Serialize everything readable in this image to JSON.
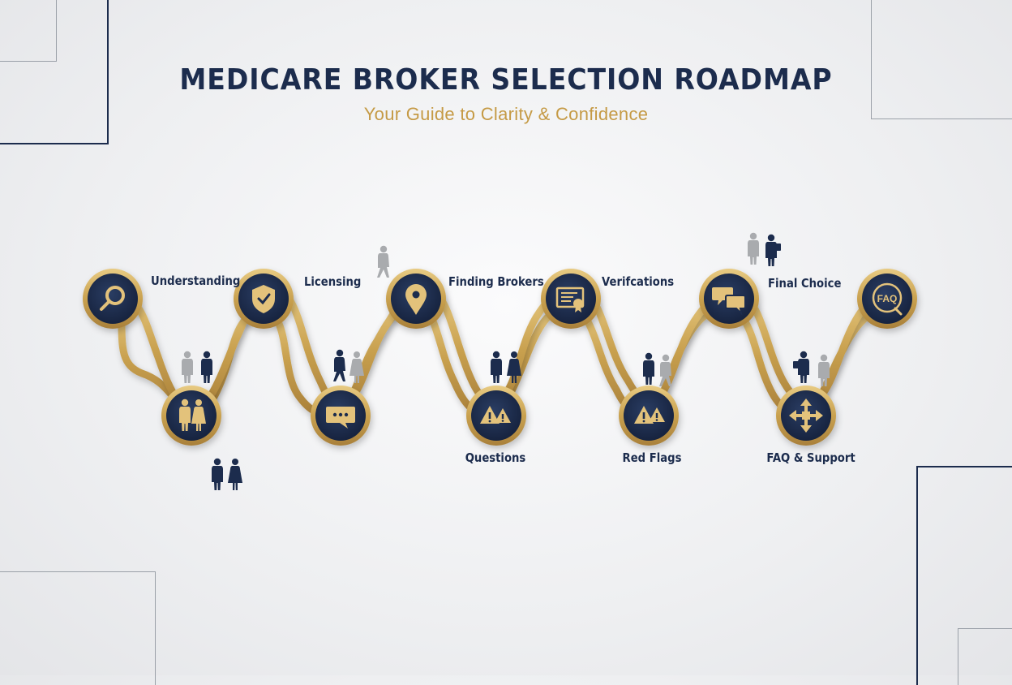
{
  "title": "MEDICARE BROKER SELECTION ROADMAP",
  "subtitle": "Your Guide to Clarity & Confidence",
  "colors": {
    "navy": "#1c2c4d",
    "gold": "#c9a14f",
    "gold_light": "#e6c77a",
    "background": "#eeeff1",
    "people_grey": "#a9abae"
  },
  "steps": [
    {
      "label": "Understanding",
      "icon": "magnifier-icon"
    },
    {
      "label": "",
      "icon": "couple-icon"
    },
    {
      "label": "Licensing",
      "icon": "shield-check-icon"
    },
    {
      "label": "",
      "icon": "chat-bubble-icon"
    },
    {
      "label": "Finding Brokers",
      "icon": "map-pin-icon"
    },
    {
      "label": "Questions",
      "icon": "warning-icon"
    },
    {
      "label": "Verifcations",
      "icon": "certificate-icon"
    },
    {
      "label": "Red Flags",
      "icon": "warning-icon"
    },
    {
      "label": "Final Choice",
      "icon": "chat-bubbles-icon"
    },
    {
      "label": "FAQ & Support",
      "icon": "move-arrows-icon"
    },
    {
      "label": "",
      "icon": "faq-icon"
    }
  ],
  "faq_icon_text": "FAQ"
}
